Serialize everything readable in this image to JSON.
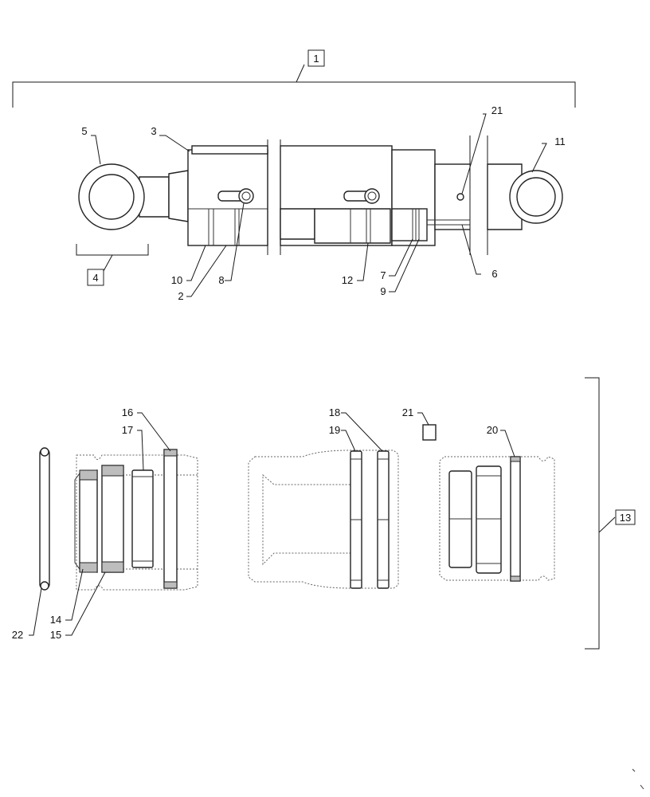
{
  "callouts": {
    "c1": "1",
    "c2": "2",
    "c3": "3",
    "c4": "4",
    "c5": "5",
    "c6": "6",
    "c7": "7",
    "c8": "8",
    "c9": "9",
    "c10": "10",
    "c11": "11",
    "c12": "12",
    "c13": "13",
    "c14": "14",
    "c15": "15",
    "c16": "16",
    "c17": "17",
    "c18": "18",
    "c19": "19",
    "c20": "20",
    "c21a": "21",
    "c21b": "21",
    "c22": "22"
  },
  "colors": {
    "line": "#1a1a1a",
    "hatch": "#bdbdbd",
    "dashed": "#666666"
  }
}
